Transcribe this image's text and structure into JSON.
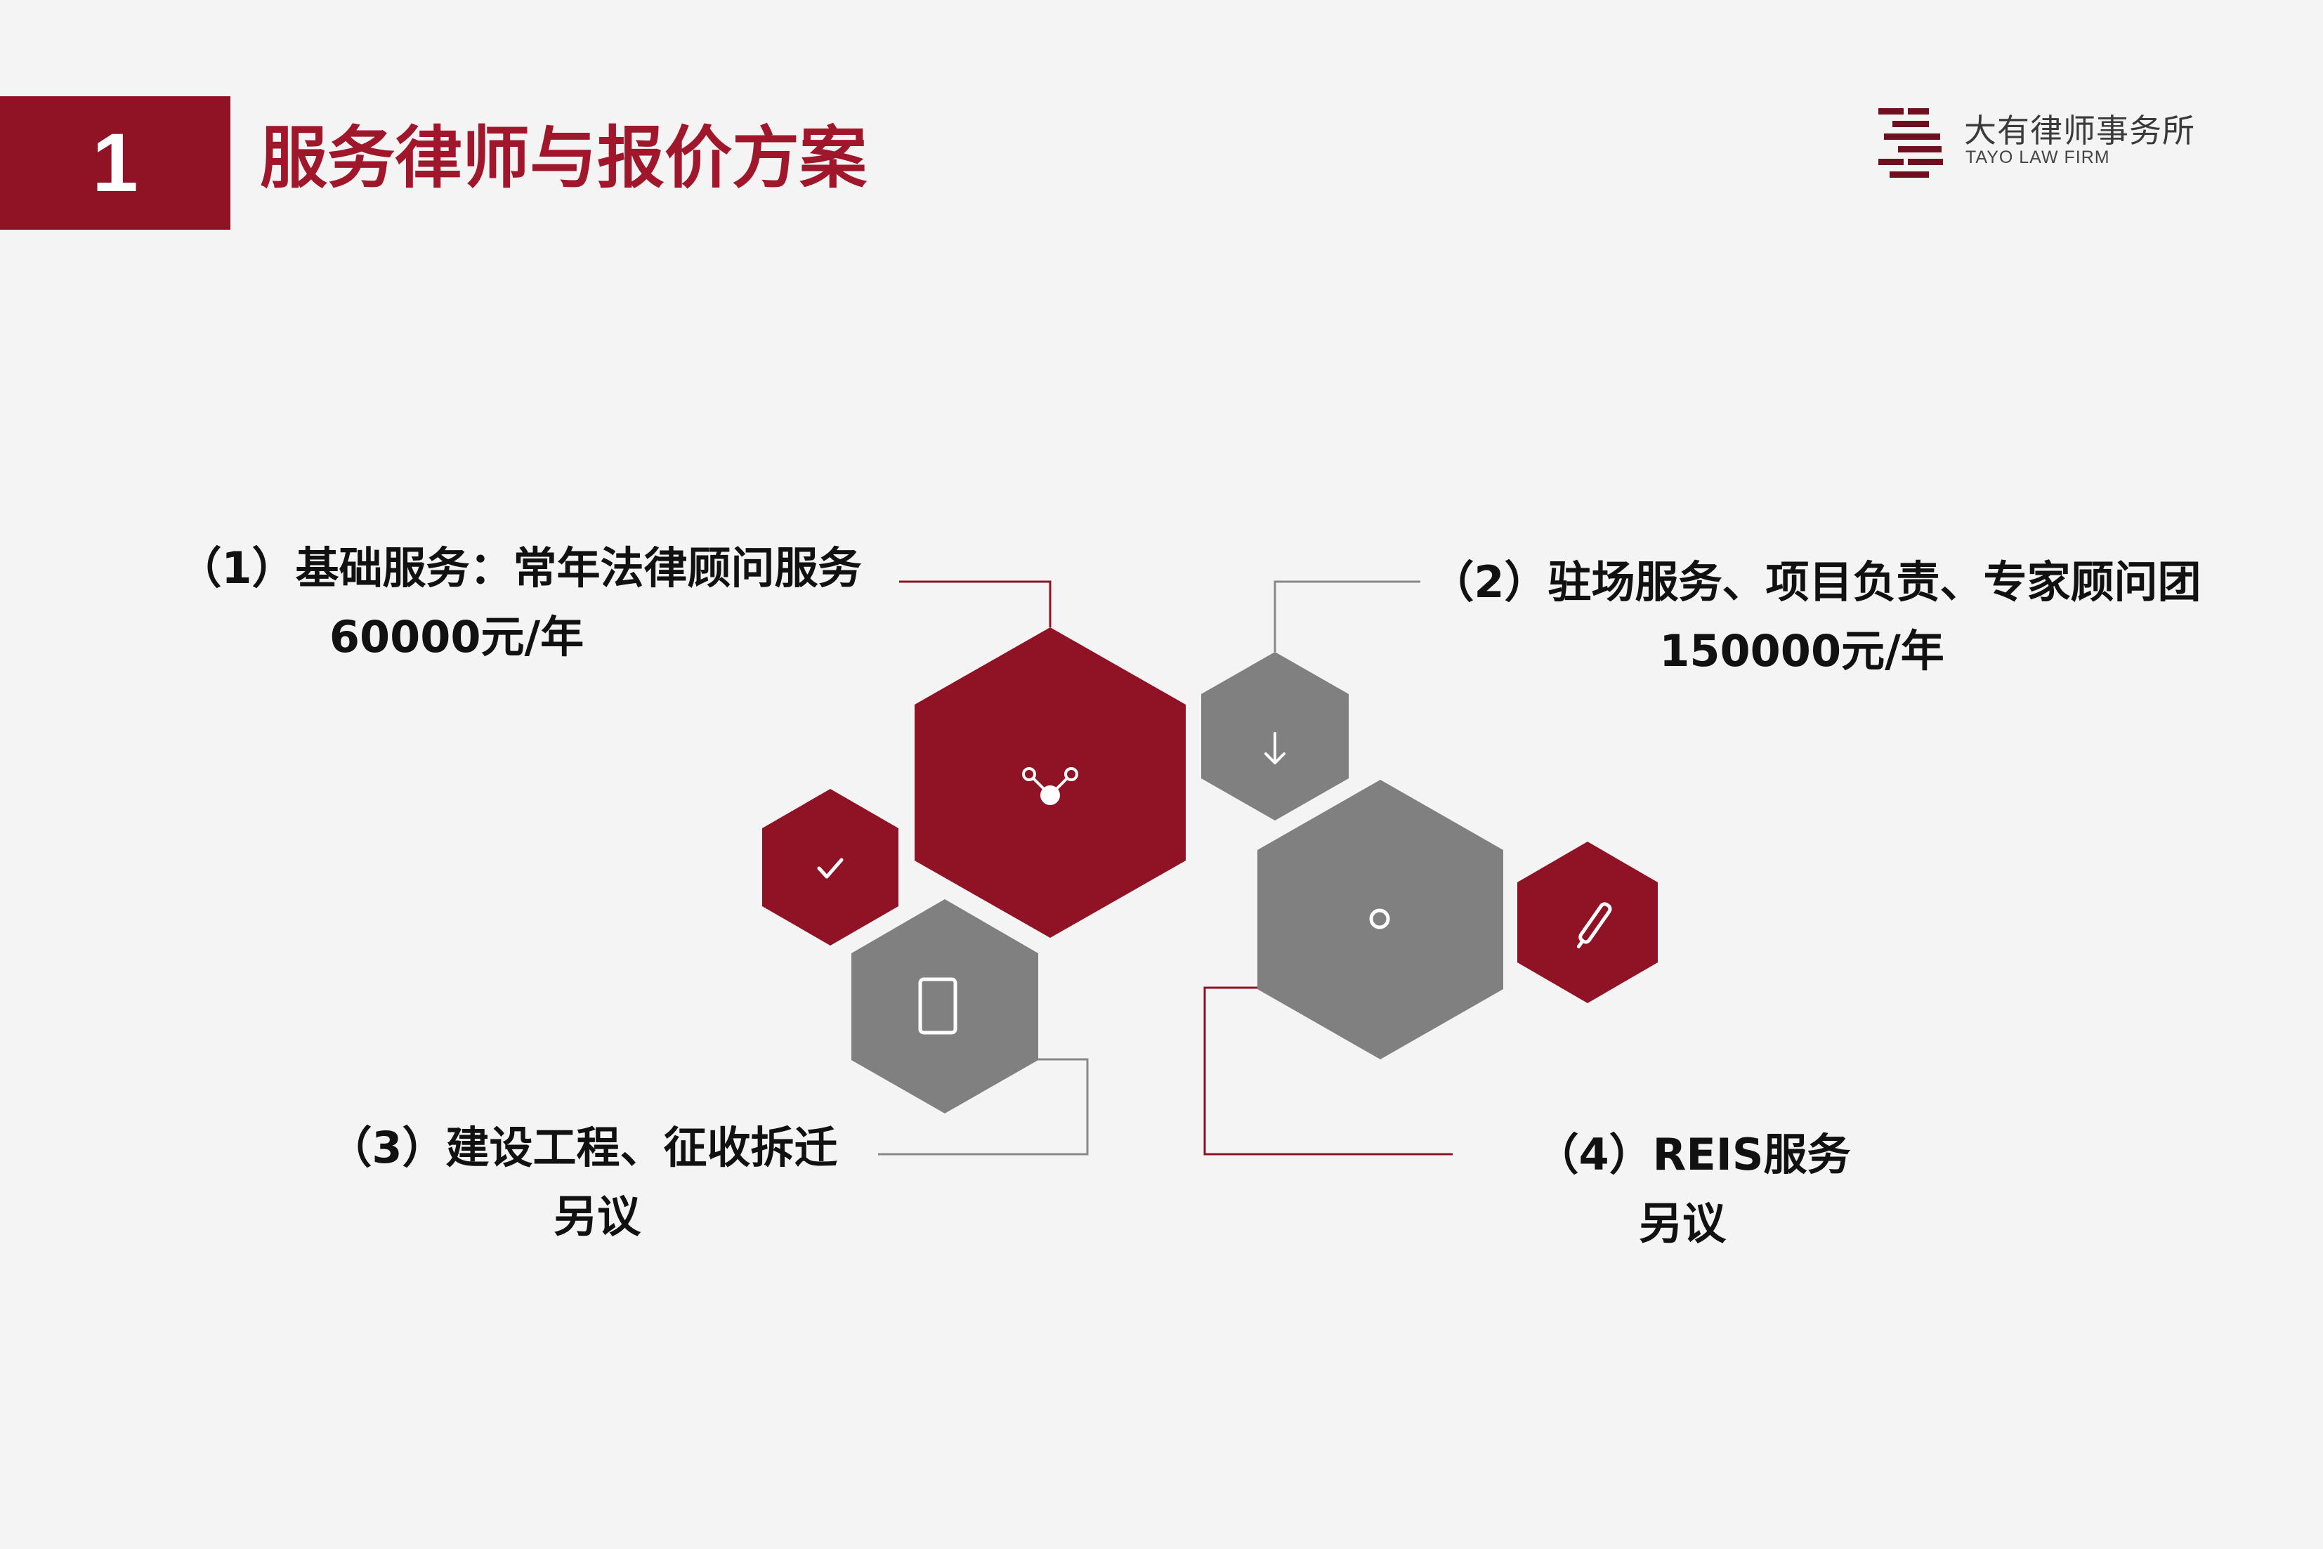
{
  "header": {
    "section_number": "1",
    "title": "服务律师与报价方案"
  },
  "logo": {
    "name": "大有律师事务所",
    "subtitle": "TAYO LAW FIRM"
  },
  "items": [
    {
      "title": "（1）基础服务：常年法律顾问服务",
      "price": "60000元/年"
    },
    {
      "title": "（2）驻场服务、项目负责、专家顾问团",
      "price": "150000元/年"
    },
    {
      "title": "（3）建设工程、征收拆迁",
      "price": "另议"
    },
    {
      "title": "（4）REIS服务",
      "price": "另议"
    }
  ],
  "colors": {
    "accent": "#8f1225",
    "gray": "#808080",
    "background": "#f4f4f4"
  },
  "icons": [
    "share-icon",
    "download-icon",
    "check-icon",
    "tablet-icon",
    "circle-icon",
    "pen-icon"
  ]
}
